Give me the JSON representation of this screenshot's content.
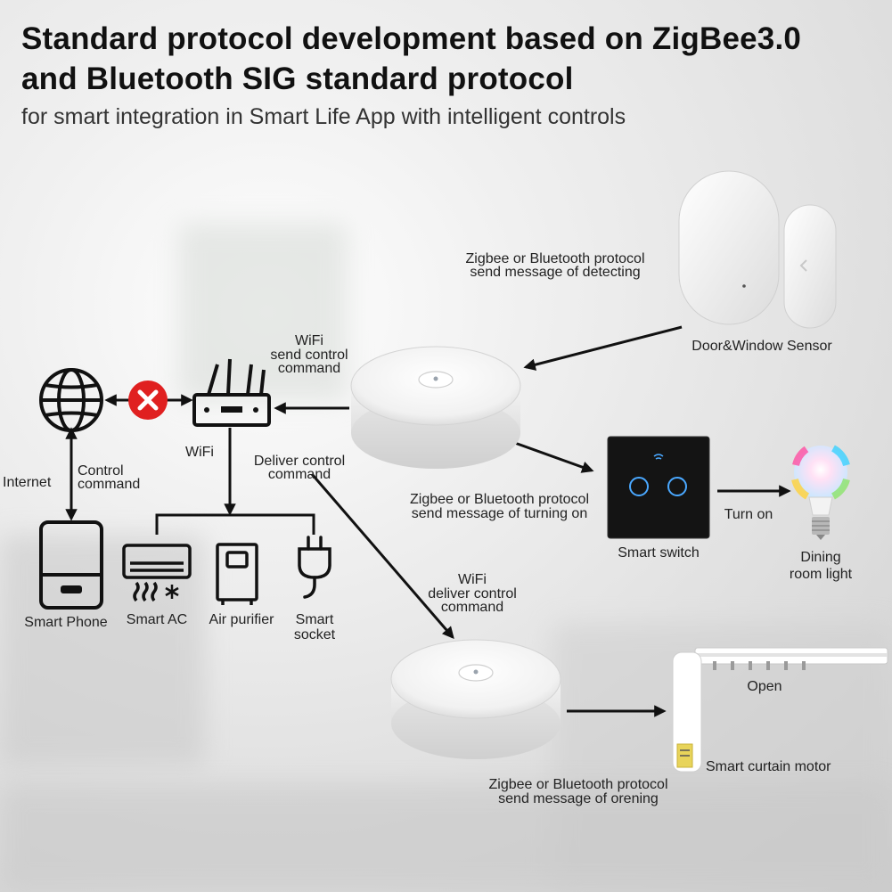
{
  "header": {
    "title_line1": "Standard protocol development based on ZigBee3.0",
    "title_line2": "and Bluetooth SIG standard protocol",
    "subtitle": "for smart integration in Smart Life App with intelligent controls"
  },
  "labels": {
    "sensor_msg_1": "Zigbee or Bluetooth protocol",
    "sensor_msg_2": "send message of detecting",
    "door_sensor": "Door&Window Sensor",
    "wifi_send_1": "WiFi",
    "wifi_send_2": "send control",
    "wifi_send_3": "command",
    "wifi": "WiFi",
    "deliver_1": "Deliver control",
    "deliver_2": "command",
    "internet": "Internet",
    "control_1": "Control",
    "control_2": "command",
    "switch_msg_1": "Zigbee or Bluetooth protocol",
    "switch_msg_2": "send message of turning on",
    "smart_switch": "Smart switch",
    "turn_on": "Turn on",
    "dining_1": "Dining",
    "dining_2": "room light",
    "smart_phone": "Smart Phone",
    "smart_ac": "Smart AC",
    "air_purifier": "Air purifier",
    "smart_socket_1": "Smart",
    "smart_socket_2": "socket",
    "wifi_deliver_1": "WiFi",
    "wifi_deliver_2": "deliver control",
    "wifi_deliver_3": "command",
    "open": "Open",
    "curtain_motor": "Smart curtain motor",
    "curtain_msg_1": "Zigbee or Bluetooth protocol",
    "curtain_msg_2": "send message of orening"
  },
  "icons": [
    "globe-icon",
    "blocked-icon",
    "router-icon",
    "smartphone-icon",
    "air-conditioner-icon",
    "air-purifier-icon",
    "plug-icon",
    "gateway-hub",
    "door-window-sensor",
    "touch-switch",
    "smart-bulb",
    "curtain-motor"
  ],
  "colors": {
    "blocked": "#e02020",
    "switch_glass": "#111111",
    "switch_ring": "#4aa8ff"
  }
}
